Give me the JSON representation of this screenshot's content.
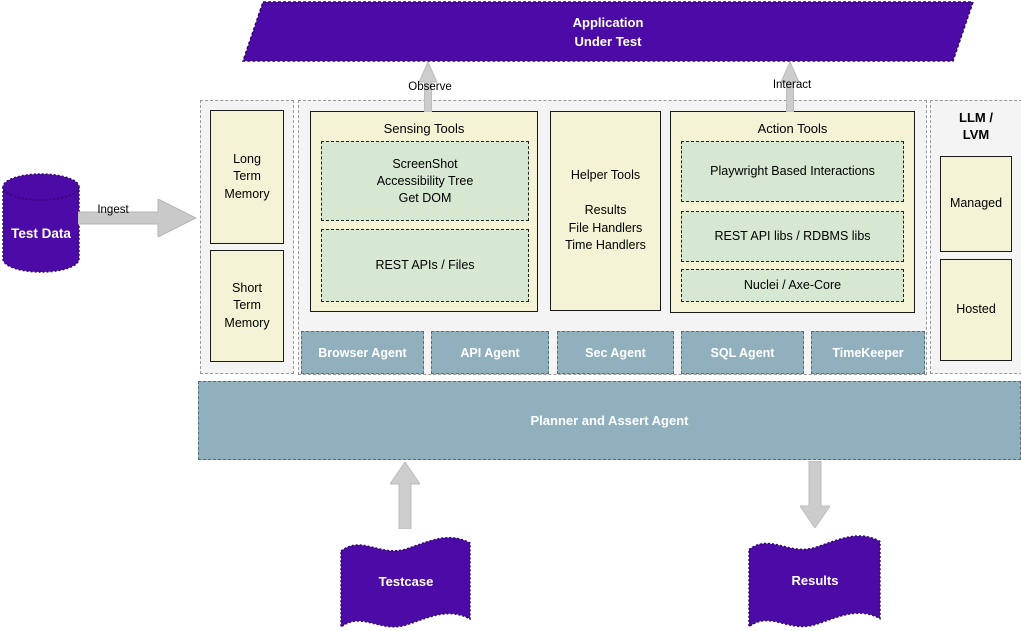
{
  "aut": {
    "label": "Application\nUnder Test"
  },
  "flow_labels": {
    "observe": "Observe",
    "interact": "Interact",
    "ingest": "Ingest"
  },
  "test_data": {
    "label": "Test Data"
  },
  "memory": {
    "long_label": "Long\nTerm\nMemory",
    "short_label": "Short\nTerm\nMemory"
  },
  "sensing": {
    "title": "Sensing Tools",
    "screenshot_box": "ScreenShot\nAccessibility Tree\nGet DOM",
    "rest_box": "REST APIs / Files"
  },
  "helper": {
    "text": "Helper Tools\n\nResults\nFile Handlers\nTime Handlers"
  },
  "action": {
    "title": "Action Tools",
    "playwright_box": "Playwright Based Interactions",
    "rest_box": "REST API libs / RDBMS libs",
    "nuclei_box": "Nuclei / Axe-Core"
  },
  "agents": {
    "items": [
      {
        "label": "Browser Agent"
      },
      {
        "label": "API Agent"
      },
      {
        "label": "Sec Agent"
      },
      {
        "label": "SQL Agent"
      },
      {
        "label": "TimeKeeper"
      }
    ]
  },
  "llm": {
    "title": "LLM /\nLVM",
    "managed": "Managed",
    "hosted": "Hosted"
  },
  "planner": {
    "label": "Planner and Assert Agent"
  },
  "artifacts": {
    "testcase": "Testcase",
    "results": "Results"
  },
  "colors": {
    "purple": "#4c0ba6",
    "purple_stroke": "#33076e",
    "cream": "#f5f3d5",
    "green": "#d6e7d2",
    "agent_blue": "#90b0be",
    "arrow_gray": "#c9c9c9",
    "container_bg": "#f4f4f4",
    "text_white": "#ffffff",
    "text_black": "#000000"
  }
}
